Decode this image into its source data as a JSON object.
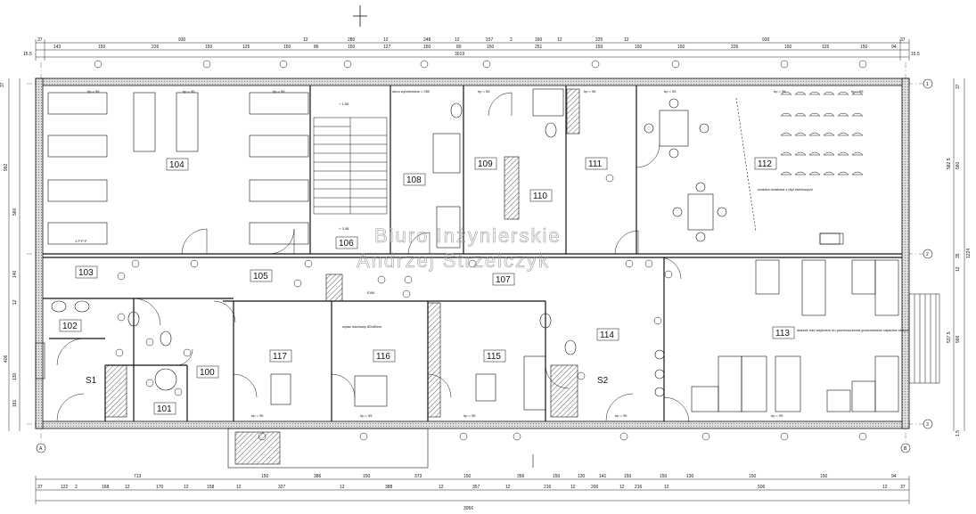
{
  "watermark": [
    "Biuro Inżynierskie",
    "Andrzej Strzelczyk"
  ],
  "rooms": [
    {
      "id": "104",
      "label": "104"
    },
    {
      "id": "106",
      "label": "106"
    },
    {
      "id": "108",
      "label": "108"
    },
    {
      "id": "109",
      "label": "109"
    },
    {
      "id": "110",
      "label": "110"
    },
    {
      "id": "111",
      "label": "111"
    },
    {
      "id": "112",
      "label": "112"
    },
    {
      "id": "103",
      "label": "103"
    },
    {
      "id": "105",
      "label": "105"
    },
    {
      "id": "107",
      "label": "107"
    },
    {
      "id": "102",
      "label": "102"
    },
    {
      "id": "101",
      "label": "101"
    },
    {
      "id": "100",
      "label": "100"
    },
    {
      "id": "117",
      "label": "117"
    },
    {
      "id": "116",
      "label": "116"
    },
    {
      "id": "115",
      "label": "115"
    },
    {
      "id": "114",
      "label": "114"
    },
    {
      "id": "113",
      "label": "113"
    },
    {
      "id": "S1",
      "label": "S1"
    },
    {
      "id": "S2",
      "label": "S2"
    }
  ],
  "axes": {
    "rows": [
      "1",
      "2",
      "3"
    ],
    "cols": [
      "A",
      "B"
    ]
  },
  "dims_top_outer": [
    "37",
    "930",
    "12",
    "280",
    "12",
    "248",
    "12",
    "157",
    "2",
    "160",
    "12",
    "225",
    "12",
    "930",
    "37"
  ],
  "dims_top_inner": [
    "143",
    "150",
    "226",
    "150",
    "125",
    "150",
    "86",
    "150",
    "127",
    "150",
    "80",
    "150",
    "251",
    "150",
    "150",
    "150",
    "226",
    "150",
    "125",
    "150",
    "94"
  ],
  "dims_top_total": "3019",
  "dims_bottom_inner": [
    "37",
    "122",
    "2",
    "168",
    "12",
    "170",
    "12",
    "158",
    "12",
    "327",
    "12",
    "388",
    "12",
    "357",
    "12",
    "216",
    "12",
    "200",
    "12",
    "216",
    "12",
    "506",
    "12",
    "37"
  ],
  "dims_bottom_outer": [
    "713",
    "150",
    "386",
    "150",
    "373",
    "150",
    "356",
    "150",
    "130",
    "141",
    "150",
    "150",
    "130",
    "150",
    "150",
    "94"
  ],
  "dims_bottom_total": "3056",
  "dims_right": [
    "37",
    "560",
    "582.5",
    "35",
    "12",
    "1224",
    "566",
    "537.5",
    "1.5"
  ],
  "dims_left": [
    "37",
    "992",
    "560",
    "140",
    "12",
    "406",
    "130",
    "181"
  ],
  "left_margin_label": "15.5",
  "right_margin_label": "15.5",
  "notes": {
    "hp95": "hp = 95",
    "okno": "okno wymieniane = 050",
    "wylaz": "wyłaz dachowy 80x80cm",
    "scianka": "ścianka działowa z płyt meblowych",
    "daszek": "daszek nad wejściem do pomieszczenia gromadzenia odpadów stałych",
    "lv1": "+ 1,68",
    "lv2": "+ 3,38",
    "ppp": "1 P P P",
    "ed90": "EI90"
  }
}
